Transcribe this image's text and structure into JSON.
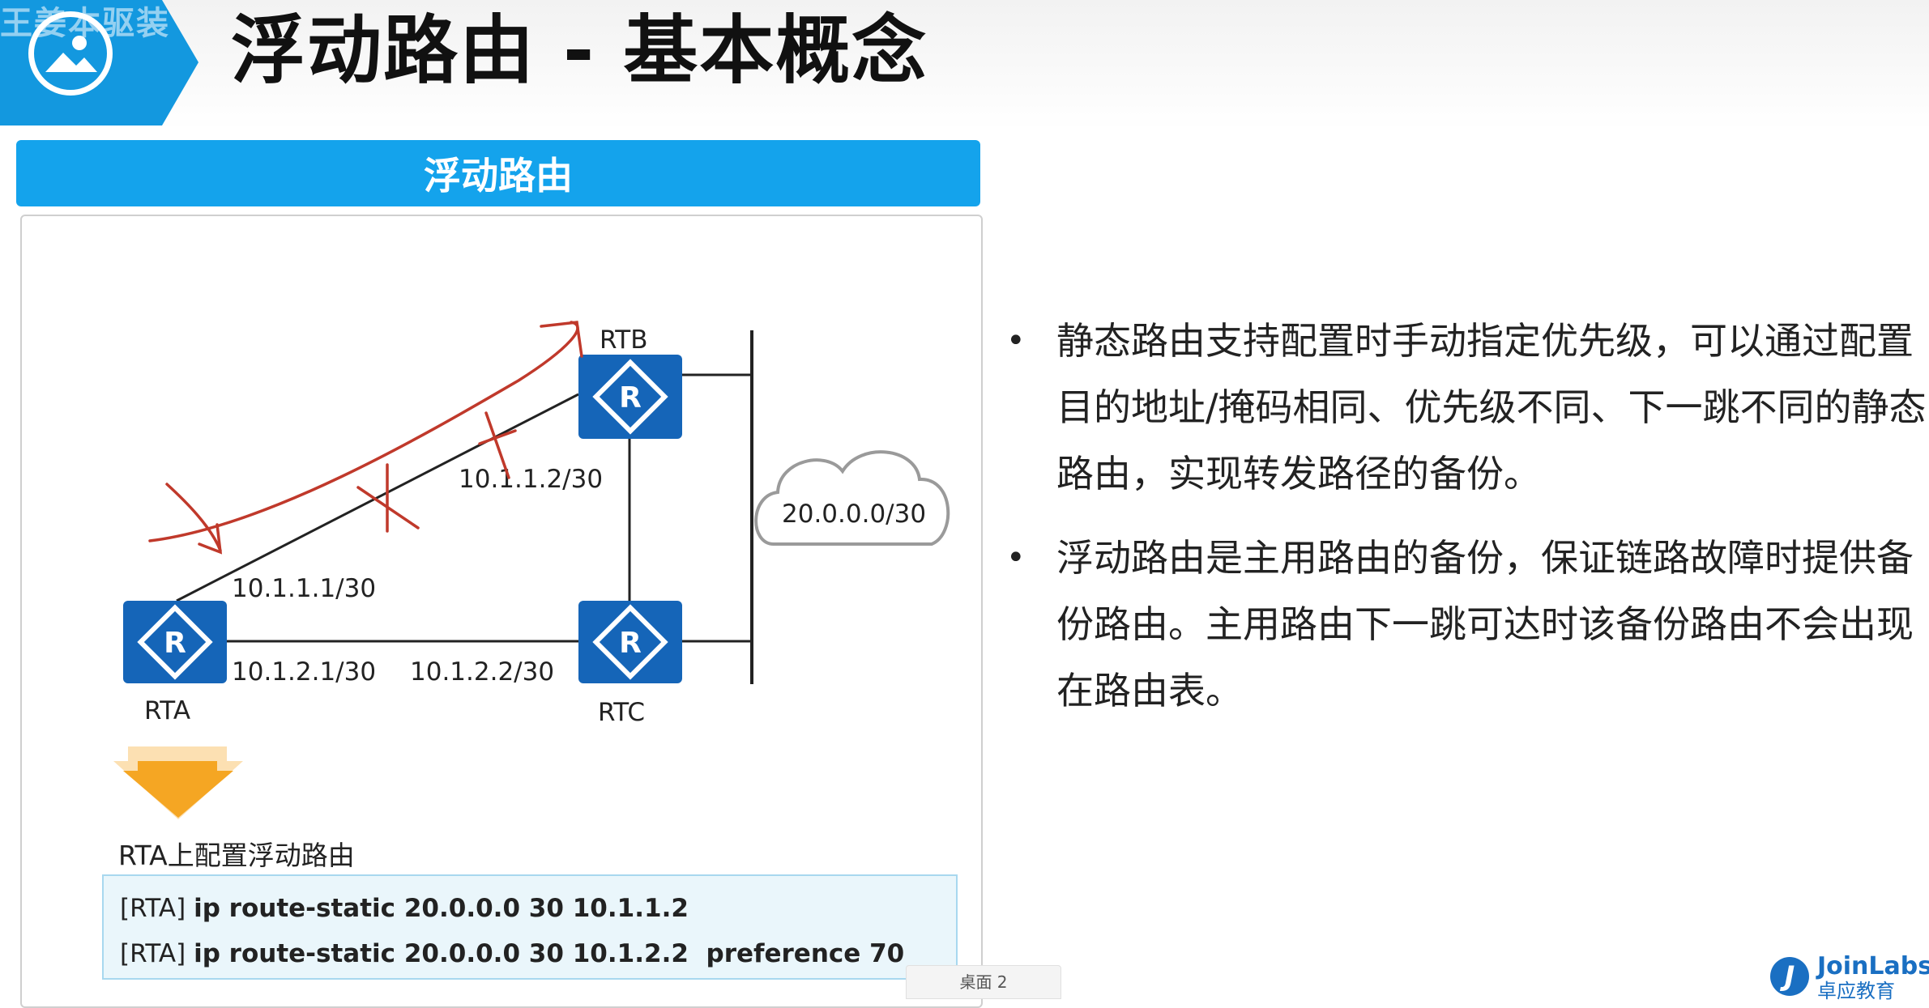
{
  "header": {
    "title": "浮动路由 - 基本概念",
    "logo_watermark": "王姜本驱装",
    "logo_icon": "image-icon"
  },
  "panel": {
    "title": "浮动路由"
  },
  "diagram": {
    "routers": [
      {
        "id": "RTA",
        "label": "RTA",
        "icon": "router-icon"
      },
      {
        "id": "RTB",
        "label": "RTB",
        "icon": "router-icon"
      },
      {
        "id": "RTC",
        "label": "RTC",
        "icon": "router-icon"
      }
    ],
    "cloud_label": "20.0.0.0/30",
    "ip_labels": {
      "rta_to_rtb": "10.1.1.1/30",
      "rtb_to_rta": "10.1.1.2/30",
      "rta_to_rtc": "10.1.2.1/30",
      "rtc_to_rta": "10.1.2.2/30"
    }
  },
  "config": {
    "label": "RTA上配置浮动路由",
    "lines": [
      {
        "prefix": "[RTA] ",
        "command": "ip route-static 20.0.0.0 30 10.1.1.2"
      },
      {
        "prefix": "[RTA] ",
        "command": "ip route-static 20.0.0.0 30 10.1.2.2  preference 70"
      }
    ]
  },
  "bullets": [
    "静态路由支持配置时手动指定优先级，可以通过配置目的地址/掩码相同、优先级不同、下一跳不同的静态路由，实现转发路径的备份。",
    "浮动路由是主用路由的备份，保证链路故障时提供备份路由。主用路由下一跳可达时该备份路由不会出现在路由表。"
  ],
  "footer": {
    "page_indicator": "桌面 2",
    "brand_name": "JoinLabs",
    "brand_sub": "卓应教育",
    "brand_mark": "J"
  },
  "colors": {
    "accent": "#14a3ec",
    "router": "#1565b8",
    "annotation": "#c0392b",
    "arrow": "#f5a623"
  }
}
